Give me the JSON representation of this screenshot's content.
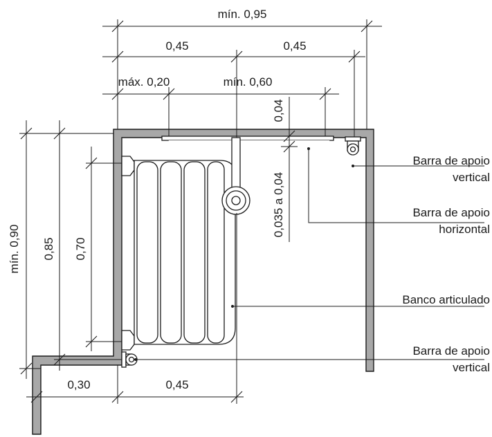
{
  "dimensions": {
    "total_width": "mín. 0,95",
    "half_left": "0,45",
    "half_right": "0,45",
    "max_offset": "máx. 0,20",
    "min_bar_length": "mín. 0,60",
    "bar_gap_top": "0,04",
    "bar_diameter": "0,035 a 0,04",
    "depth_total": "mín. 0,90",
    "depth_085": "0,85",
    "depth_070": "0,70",
    "bottom_left": "0,30",
    "bottom_right": "0,45"
  },
  "labels": {
    "vertical_bar_top_line1": "Barra de apoio",
    "vertical_bar_top_line2": "vertical",
    "horizontal_bar_line1": "Barra de apoio",
    "horizontal_bar_line2": "horizontal",
    "bench": "Banco articulado",
    "vertical_bar_bottom_line1": "Barra de apoio",
    "vertical_bar_bottom_line2": "vertical"
  },
  "colors": {
    "wall_fill": "#a8a8a8",
    "line": "#1a1a1a"
  }
}
